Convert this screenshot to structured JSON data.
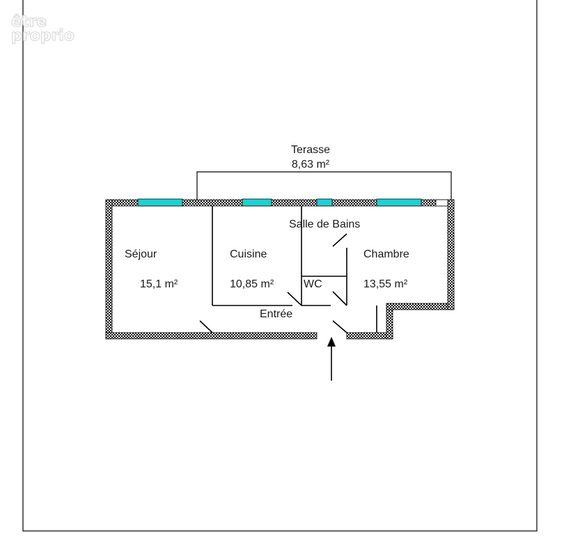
{
  "logo": {
    "line1": "être",
    "line2": "proprio"
  },
  "rooms": {
    "terrace": {
      "name": "Terasse",
      "area": "8,63  m²"
    },
    "bathroom": {
      "name": "Salle de Bains"
    },
    "living": {
      "name": "Séjour",
      "area": "15,1  m²"
    },
    "kitchen": {
      "name": "Cuisine",
      "area": "10,85  m²"
    },
    "wc": {
      "name": "WC"
    },
    "bedroom": {
      "name": "Chambre",
      "area": "13,55  m²"
    },
    "entrance": {
      "name": "Entrée"
    }
  },
  "colors": {
    "window": "#1fd1d1",
    "wall": "#000000",
    "background": "#ffffff"
  }
}
